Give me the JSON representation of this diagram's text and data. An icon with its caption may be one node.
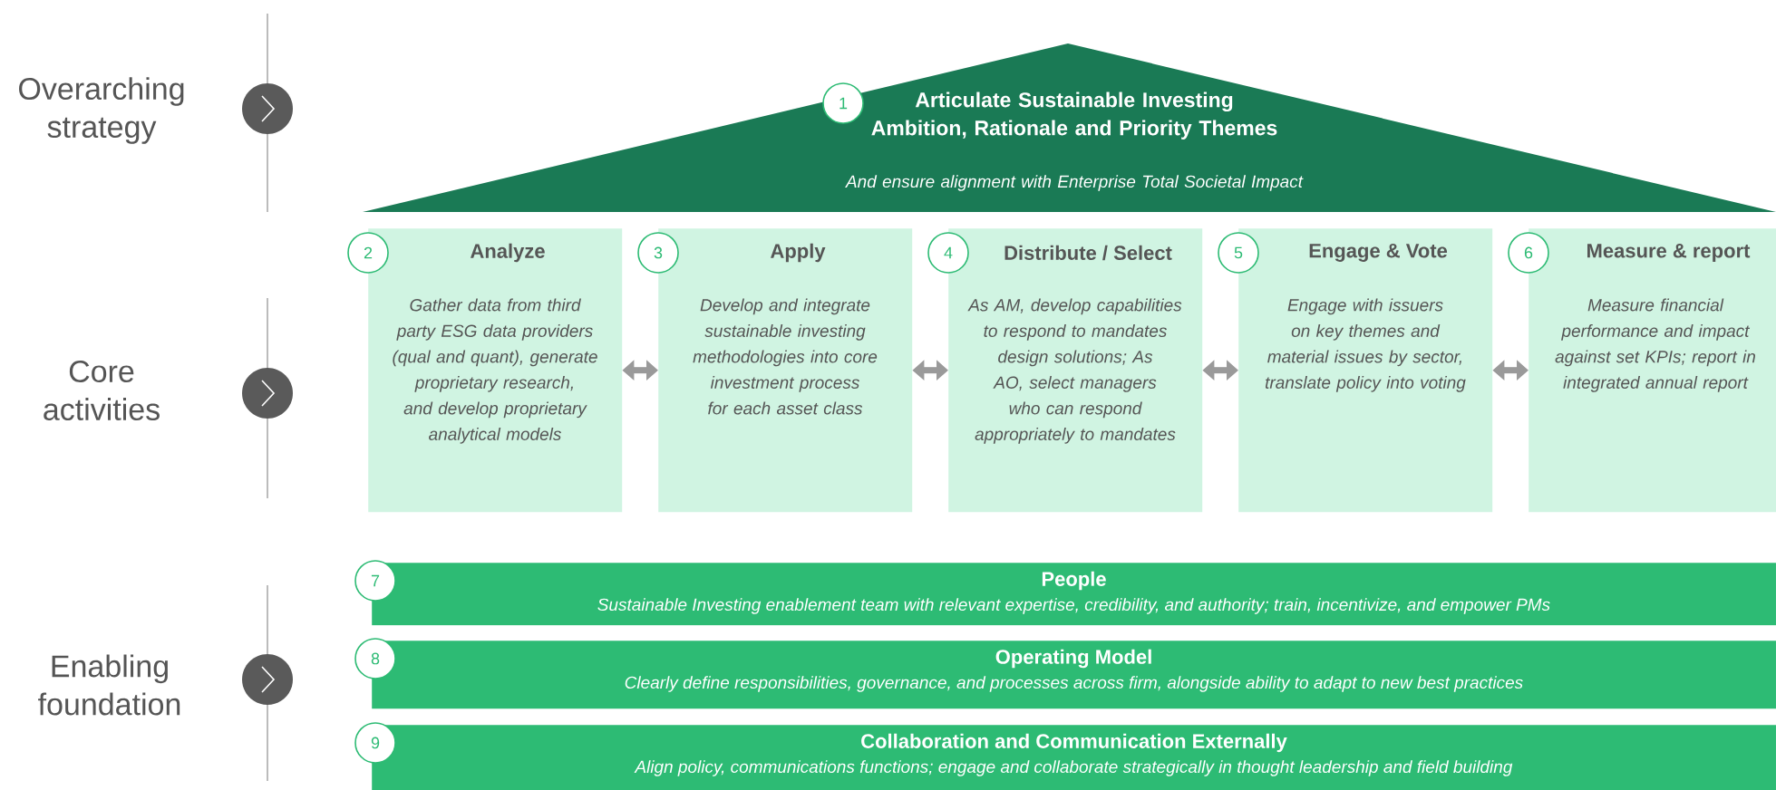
{
  "diagram": {
    "nodes": [
      {
        "text": [
          "1",
          "Articulate Sustainable Investing Ambition, Rationale and Priority Themes",
          "And ensure alignment with Enterprise Total Societal Impact"
        ]
      },
      {
        "text": [
          "2",
          "Analyze",
          "Gather data from third party ESG data providers (qual and quant), generate proprietary research, and develop proprietary analytical models"
        ]
      },
      {
        "text": [
          "3",
          "Apply",
          "Develop and integrate sustainable investing methodologies into core investment process for each asset class"
        ]
      },
      {
        "text": [
          "4",
          "Distribute / Select",
          "As AM, develop capabilities to respond to mandates design solutions; As AO, select managers who can respond appropriately to mandates"
        ]
      },
      {
        "text": [
          "5",
          "Engage & Vote",
          "Engage with issuers on key themes and material issues by sector, translate policy into voting"
        ]
      },
      {
        "text": [
          "6",
          "Measure & report",
          "Measure financial performance and impact against set KPIs; report in integrated annual report"
        ]
      },
      {
        "text": [
          "7",
          "People",
          "Sustainable Investing enablement team with relevant expertise, credibility, and authority; train, incentivize, and empower PMs"
        ]
      },
      {
        "text": [
          "8",
          "Operating Model",
          "Clearly define responsibilities, governance, and processes across firm, alongside ability to adapt to new best practices"
        ]
      },
      {
        "text": [
          "9",
          "Collaboration and Communication Externally",
          "Align policy, communications functions; engage and collaborate strategically in thought leadership and field building"
        ]
      }
    ],
    "edges": [
      {
        "from": 1,
        "to": 2,
        "arrow": "both"
      },
      {
        "from": 2,
        "to": 3,
        "arrow": "both"
      },
      {
        "from": 3,
        "to": 4,
        "arrow": "both"
      },
      {
        "from": 4,
        "to": 5,
        "arrow": "both"
      }
    ],
    "labels": [
      "Overarching strategy",
      "Core activities",
      "Enabling foundation"
    ]
  }
}
